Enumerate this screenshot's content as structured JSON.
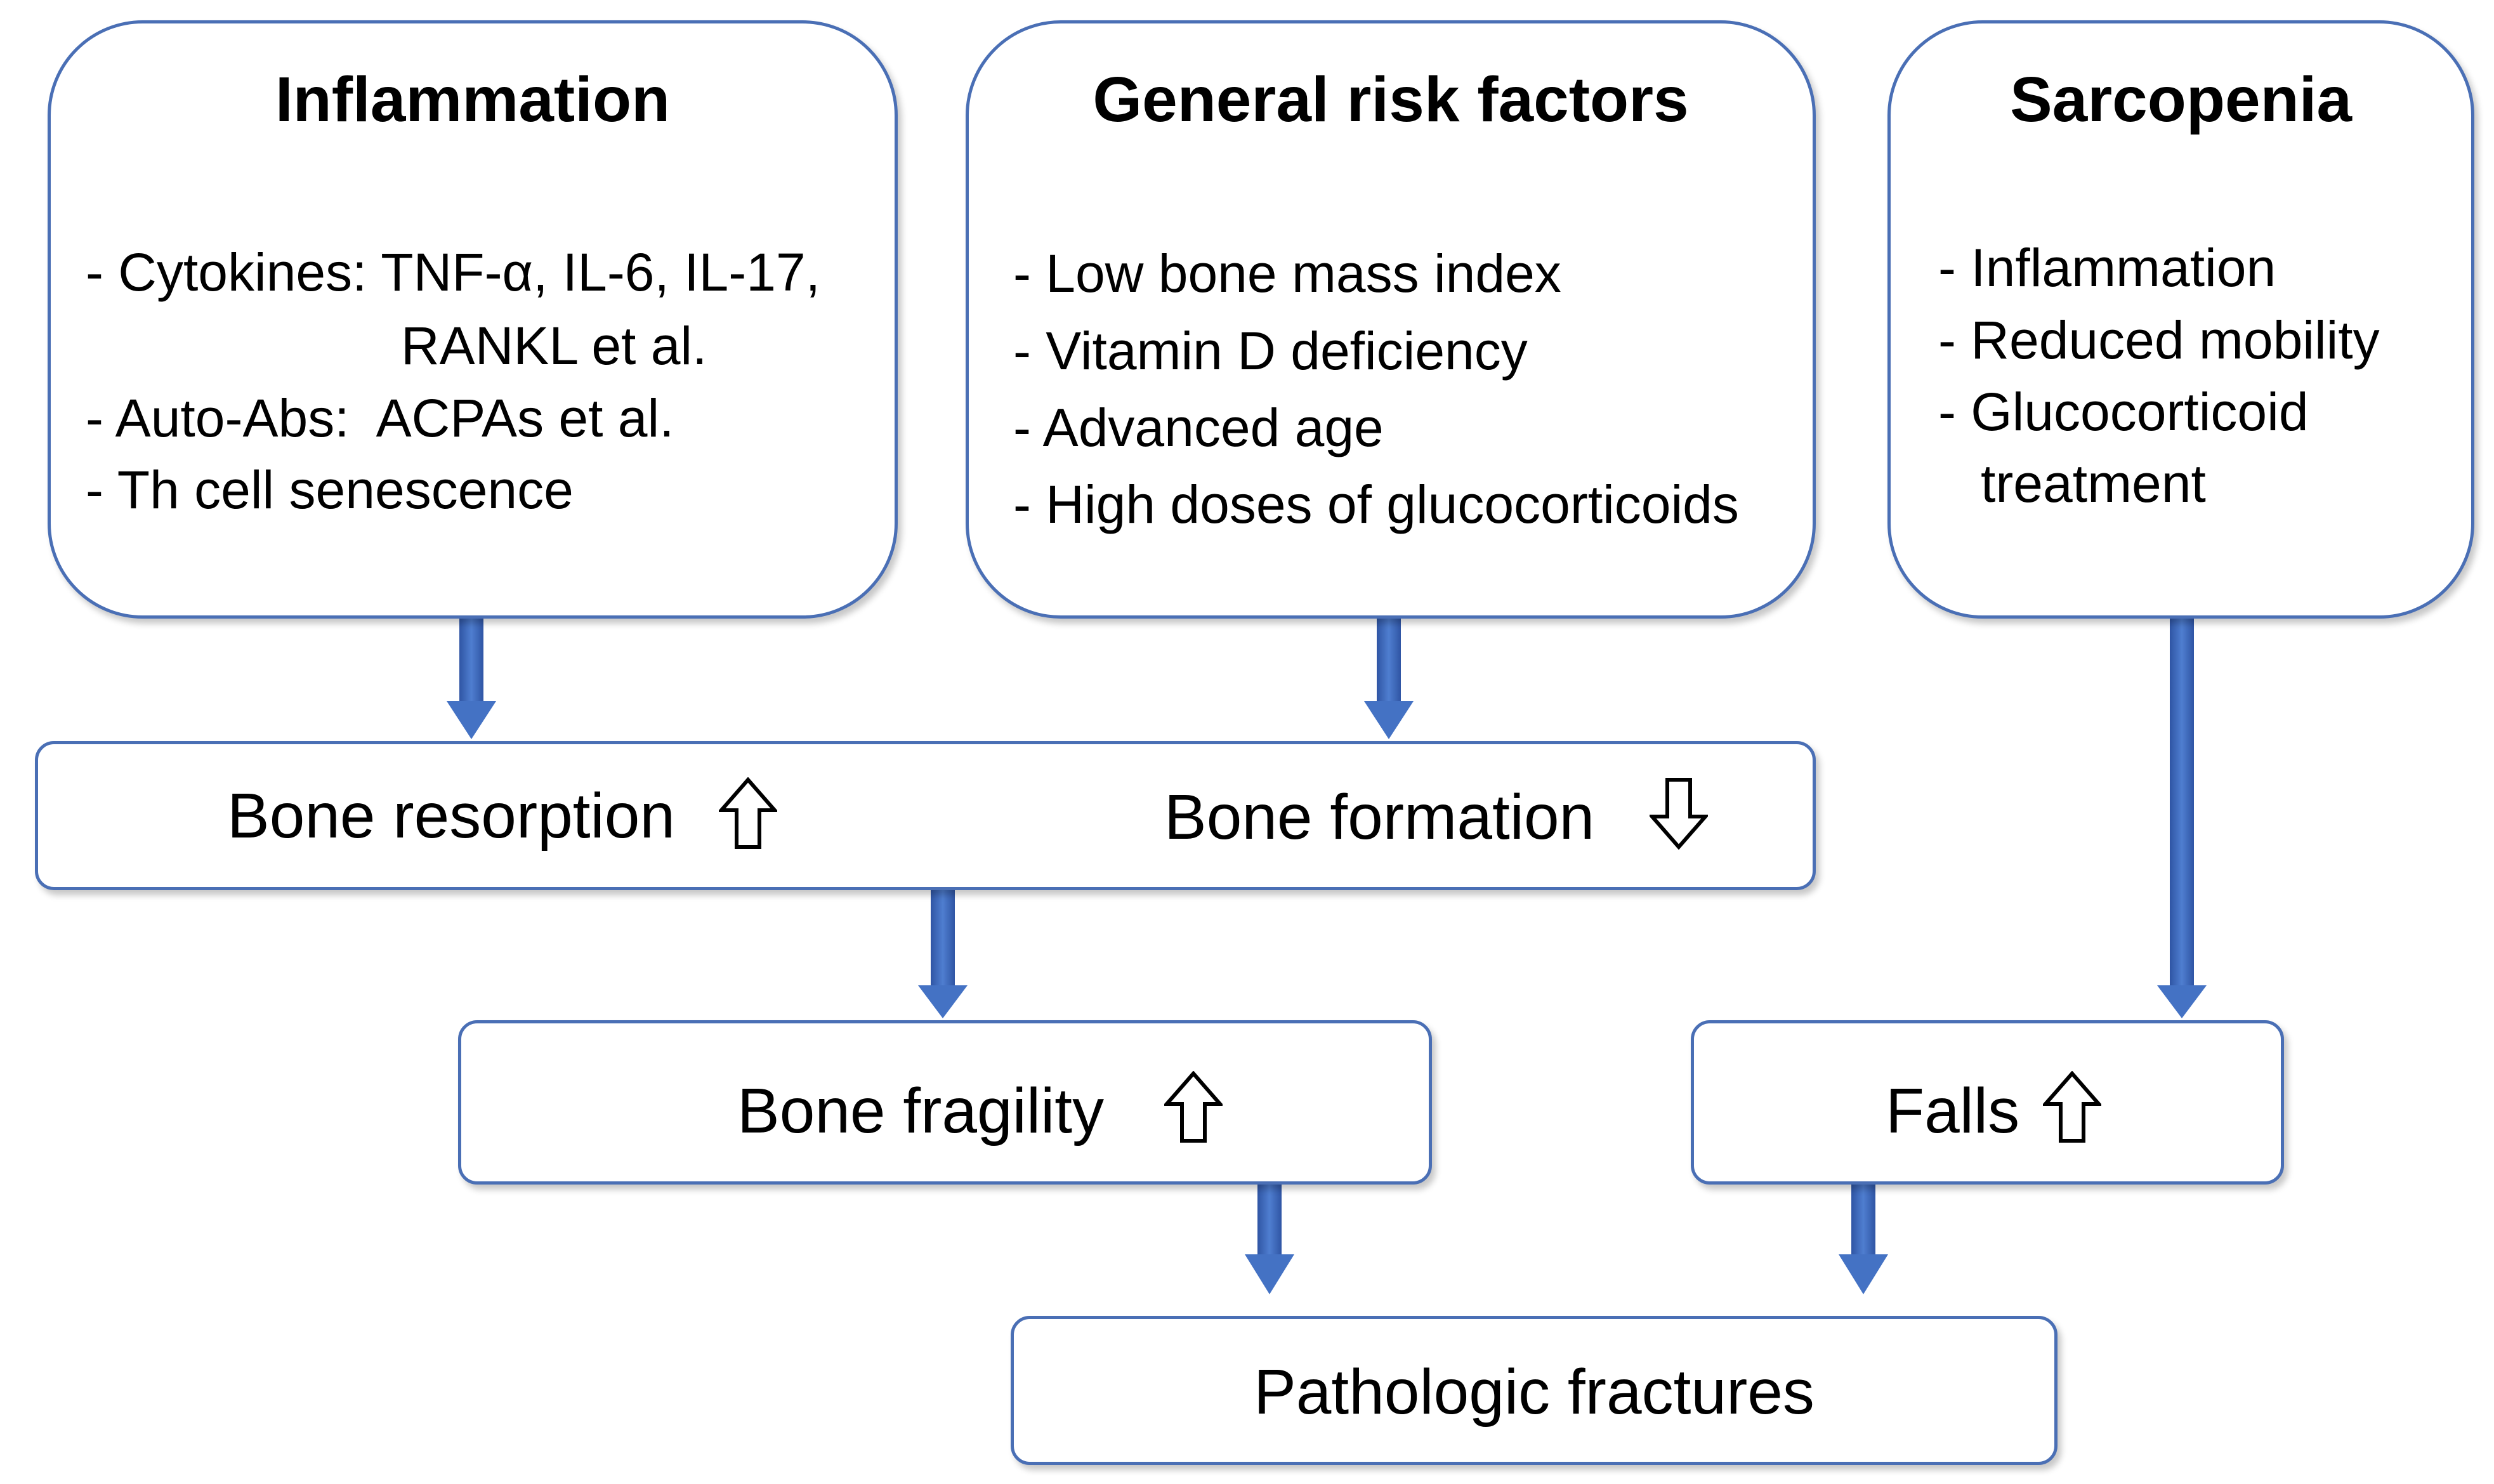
{
  "inflammation": {
    "title": "Inflammation",
    "lines": [
      "- Cytokines: TNF-α, IL-6, IL-17,",
      "RANKL et al.",
      "- Auto-Abs:  ACPAs et al.",
      "- Th cell senescence"
    ]
  },
  "general": {
    "title": "General risk factors",
    "lines": [
      "- Low bone mass index",
      "- Vitamin D deficiency",
      "- Advanced age",
      "- High doses of glucocorticoids"
    ]
  },
  "sarcopenia": {
    "title": "Sarcopenia",
    "lines": [
      "- Inflammation",
      "- Reduced mobility",
      "- Glucocorticoid",
      "treatment"
    ]
  },
  "bone": {
    "resorption": "Bone resorption",
    "formation": "Bone formation"
  },
  "fragility": "Bone fragility",
  "falls": "Falls",
  "fractures": "Pathologic fractures",
  "colors": {
    "border": "#4a6fb5",
    "arrow": "#4472c4"
  }
}
